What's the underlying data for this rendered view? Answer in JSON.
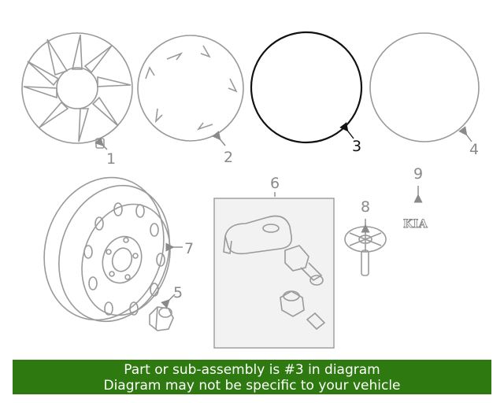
{
  "callouts": {
    "c1": "1",
    "c2": "2",
    "c3": "3",
    "c4": "4",
    "c5": "5",
    "c6": "6",
    "c7": "7",
    "c8": "8",
    "c9": "9"
  },
  "kia_emblem": "KIA",
  "highlighted_part": "3",
  "colors": {
    "banner_background": "#2f7a10",
    "banner_text": "#ffffff",
    "part_line": "#9a9a9a",
    "highlight_line": "#111111"
  },
  "banner": {
    "line1": "Part or sub-assembly is #3 in diagram",
    "line2": "Diagram may not be specific to your vehicle"
  }
}
